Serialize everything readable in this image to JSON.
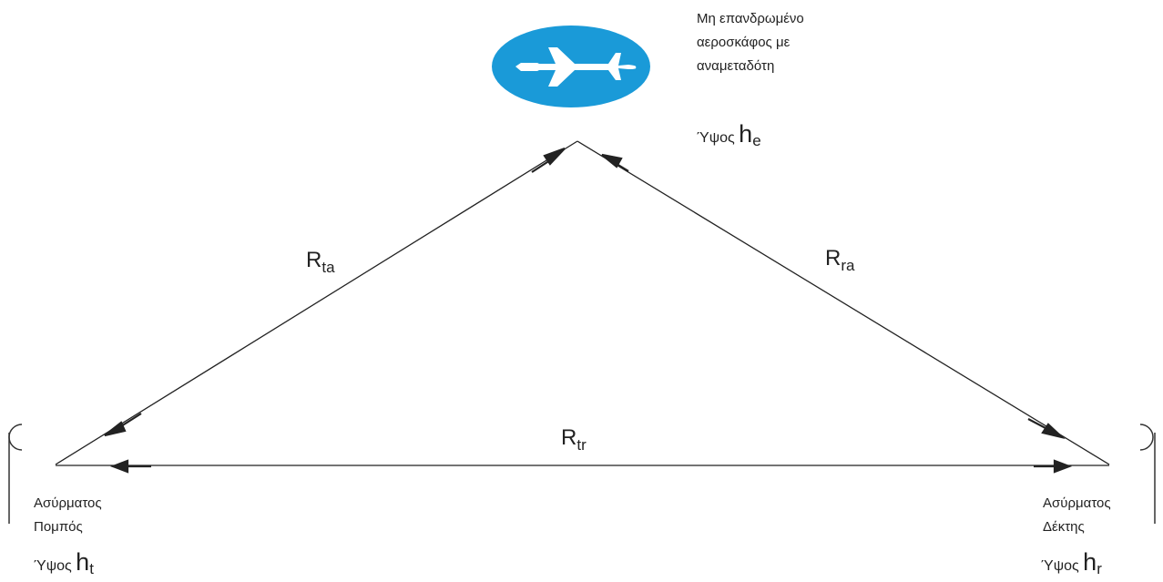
{
  "aircraft": {
    "label_lines": [
      "Μη επανδρωμένο",
      "αεροσκάφος με",
      "αναμεταδότη"
    ],
    "height_prefix": "Ύψος",
    "height_symbol": "h",
    "height_sub": "e"
  },
  "transmitter": {
    "label_lines": [
      "Ασύρματος",
      "Πομπός"
    ],
    "height_prefix": "Ύψος",
    "height_symbol": "h",
    "height_sub": "t"
  },
  "receiver": {
    "label_lines": [
      "Ασύρματος",
      "Δέκτης"
    ],
    "height_prefix": "Ύψος",
    "height_symbol": "h",
    "height_sub": "r"
  },
  "paths": {
    "rta": {
      "main": "R",
      "sub": "ta"
    },
    "rra": {
      "main": "R",
      "sub": "ra"
    },
    "rtr": {
      "main": "R",
      "sub": "tr"
    }
  },
  "colors": {
    "aircraft_fill": "#1a9ad8",
    "line": "#222222"
  },
  "icons": [
    "airplane-icon",
    "transmitter-antenna-icon",
    "receiver-antenna-icon"
  ]
}
